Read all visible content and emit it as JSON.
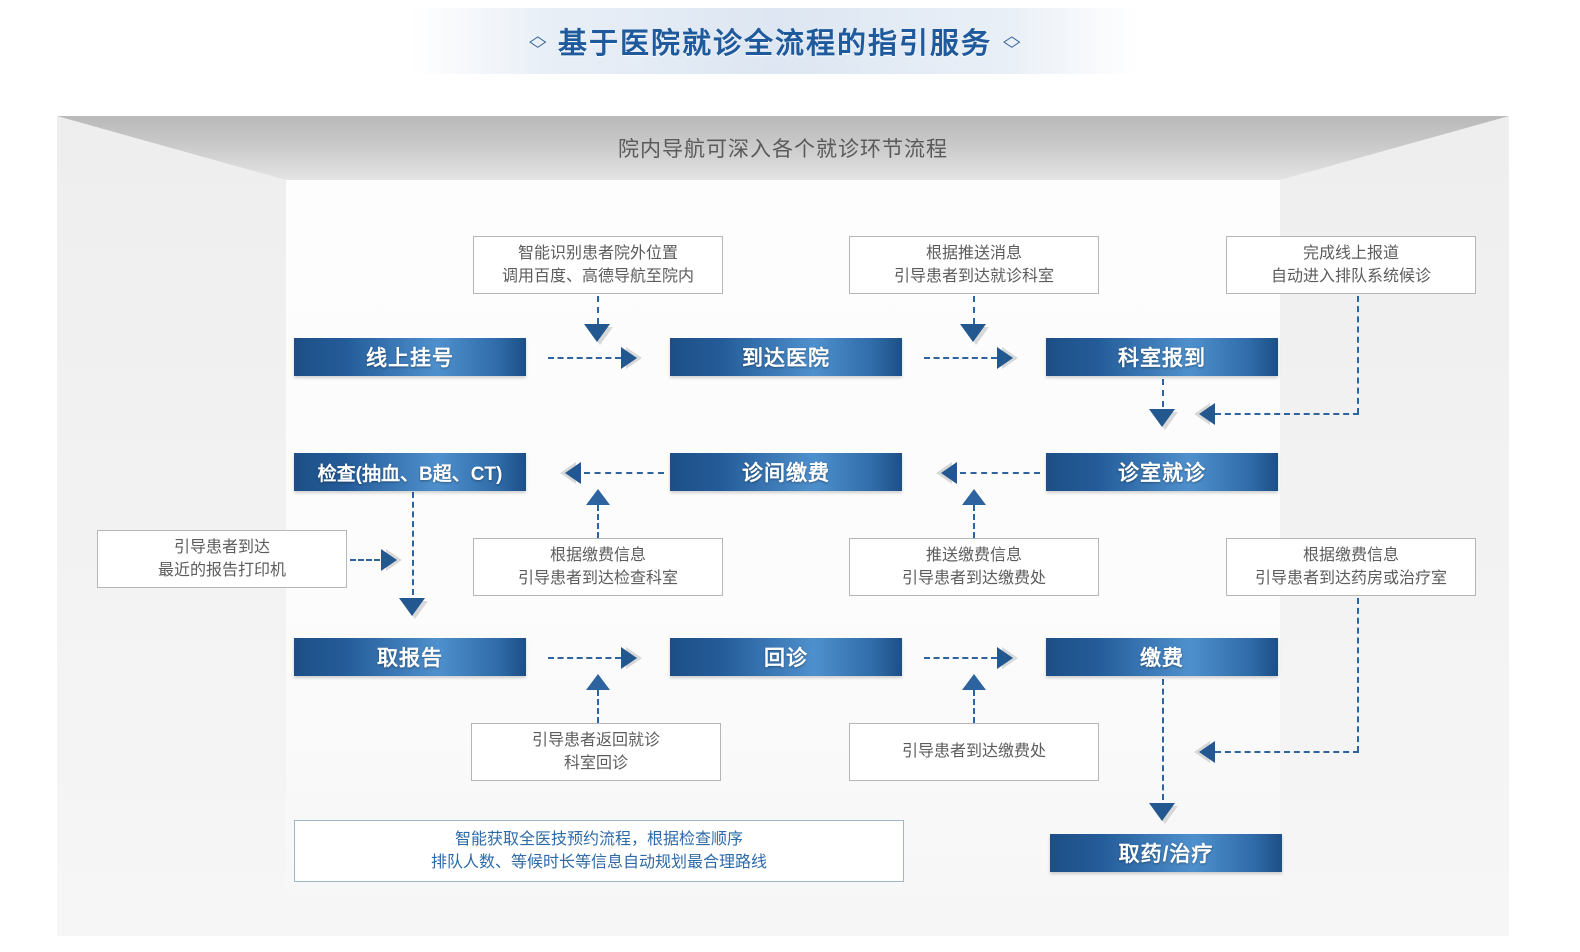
{
  "title": {
    "text": "基于医院就诊全流程的指引服务",
    "left_deco": "◇",
    "right_deco": "◇",
    "accent_color": "#1f5a9c"
  },
  "panel": {
    "subtitle": "院内导航可深入各个就诊环节流程",
    "box_gradient_dark": "#1d4f86",
    "box_gradient_light": "#4e90cd",
    "connector_color": "#2d639e"
  },
  "process_steps": [
    {
      "id": "online-registration",
      "label": "线上挂号",
      "row": 1,
      "col": 1
    },
    {
      "id": "arrive-hospital",
      "label": "到达医院",
      "row": 1,
      "col": 2
    },
    {
      "id": "department-checkin",
      "label": "科室报到",
      "row": 1,
      "col": 3
    },
    {
      "id": "examination",
      "label": "检查(抽血、B超、CT)",
      "row": 2,
      "col": 1
    },
    {
      "id": "clinic-payment",
      "label": "诊间缴费",
      "row": 2,
      "col": 2
    },
    {
      "id": "consultation",
      "label": "诊室就诊",
      "row": 2,
      "col": 3
    },
    {
      "id": "get-report",
      "label": "取报告",
      "row": 3,
      "col": 1
    },
    {
      "id": "return-visit",
      "label": "回诊",
      "row": 3,
      "col": 2
    },
    {
      "id": "payment",
      "label": "缴费",
      "row": 3,
      "col": 3
    },
    {
      "id": "medicine-treatment",
      "label": "取药/治疗",
      "row": 4,
      "col": 3
    }
  ],
  "annotations": [
    {
      "id": "note-outside-location",
      "lines": [
        "智能识别患者院外位置",
        "调用百度、高德导航至院内"
      ],
      "target": "arrive-hospital"
    },
    {
      "id": "note-push-message",
      "lines": [
        "根据推送消息",
        "引导患者到达就诊科室"
      ],
      "target": "department-checkin"
    },
    {
      "id": "note-online-checkin",
      "lines": [
        "完成线上报道",
        "自动进入排队系统候诊"
      ],
      "target": "consultation"
    },
    {
      "id": "note-nearest-printer",
      "lines": [
        "引导患者到达",
        "最近的报告打印机"
      ],
      "target": "get-report"
    },
    {
      "id": "note-payment-to-exam",
      "lines": [
        "根据缴费信息",
        "引导患者到达检查科室"
      ],
      "target": "examination"
    },
    {
      "id": "note-push-payment",
      "lines": [
        "推送缴费信息",
        "引导患者到达缴费处"
      ],
      "target": "clinic-payment"
    },
    {
      "id": "note-pharmacy-or-treatment",
      "lines": [
        "根据缴费信息",
        "引导患者到达药房或治疗室"
      ],
      "target": "medicine-treatment"
    },
    {
      "id": "note-return-to-clinic",
      "lines": [
        "引导患者返回就诊",
        "科室回诊"
      ],
      "target": "return-visit"
    },
    {
      "id": "note-arrive-payment-desk",
      "lines": [
        "引导患者到达缴费处"
      ],
      "target": "payment"
    }
  ],
  "highlight_note": {
    "id": "note-smart-routing",
    "lines": [
      "智能获取全医技预约流程，根据检查顺序",
      "排队人数、等候时长等信息自动规划最合理路线"
    ],
    "text_color": "#2e6aa8"
  },
  "icons": {
    "arrow_right": "arrow-right-icon",
    "arrow_left": "arrow-left-icon",
    "arrow_down": "arrow-down-icon",
    "arrow_up": "arrow-up-icon",
    "diamond": "diamond-icon"
  }
}
